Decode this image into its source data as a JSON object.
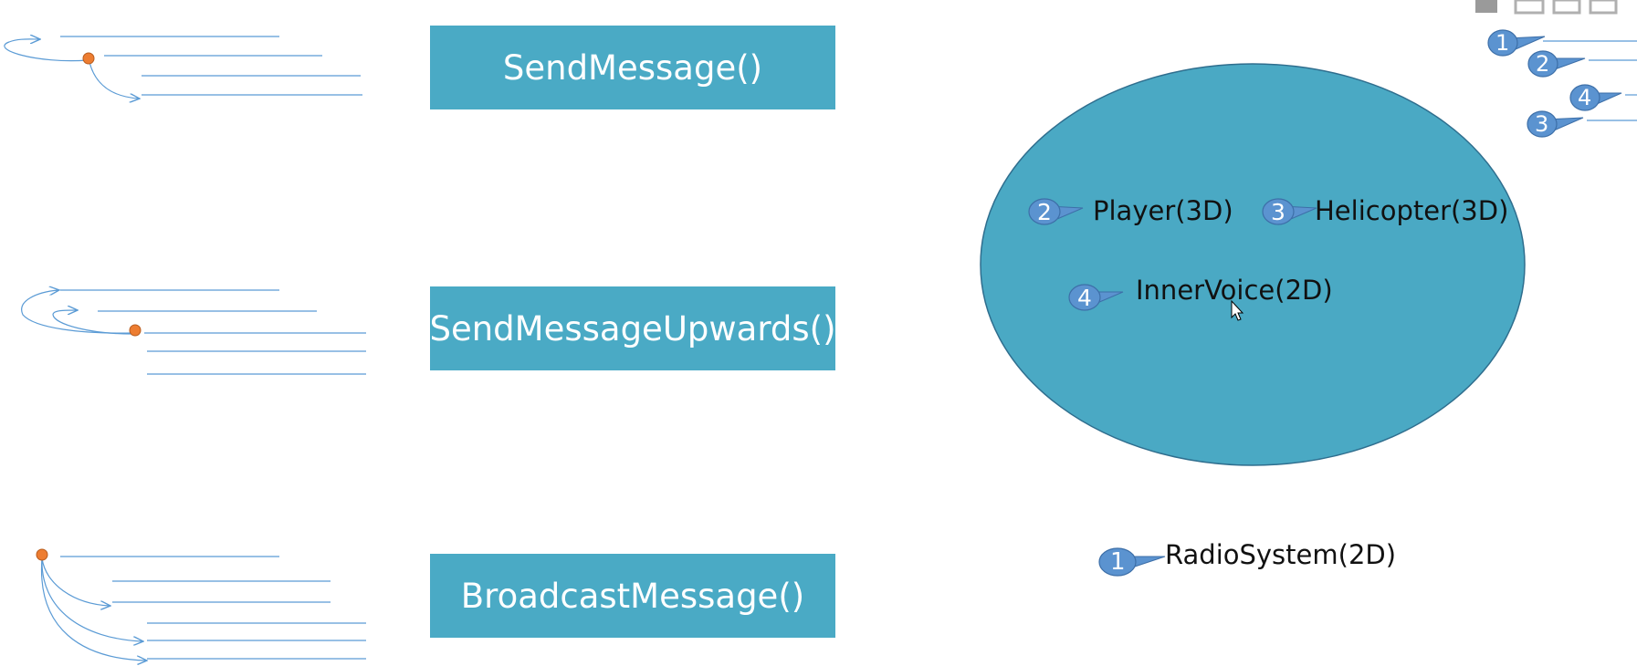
{
  "methods": [
    {
      "label": "SendMessage()"
    },
    {
      "label": "SendMessageUpwards()"
    },
    {
      "label": "BroadcastMessage()"
    }
  ],
  "objects": [
    {
      "label": "Player(3D)",
      "badge": "2"
    },
    {
      "label": "Helicopter(3D)",
      "badge": "3"
    },
    {
      "label": "InnerVoice(2D)",
      "badge": "4"
    },
    {
      "label": "RadioSystem(2D)",
      "badge": "1"
    }
  ],
  "order_callouts": [
    "1",
    "2",
    "4",
    "3"
  ],
  "colors": {
    "box_fill": "#4AAAC5",
    "ellipse_fill": "#4AA9C4",
    "ellipse_stroke": "#2F6E8E",
    "badge_fill": "#5B93D0",
    "badge_stroke": "#3D6FA8",
    "tree_line": "#5B9BD5",
    "node_dot": "#ED7D31"
  }
}
